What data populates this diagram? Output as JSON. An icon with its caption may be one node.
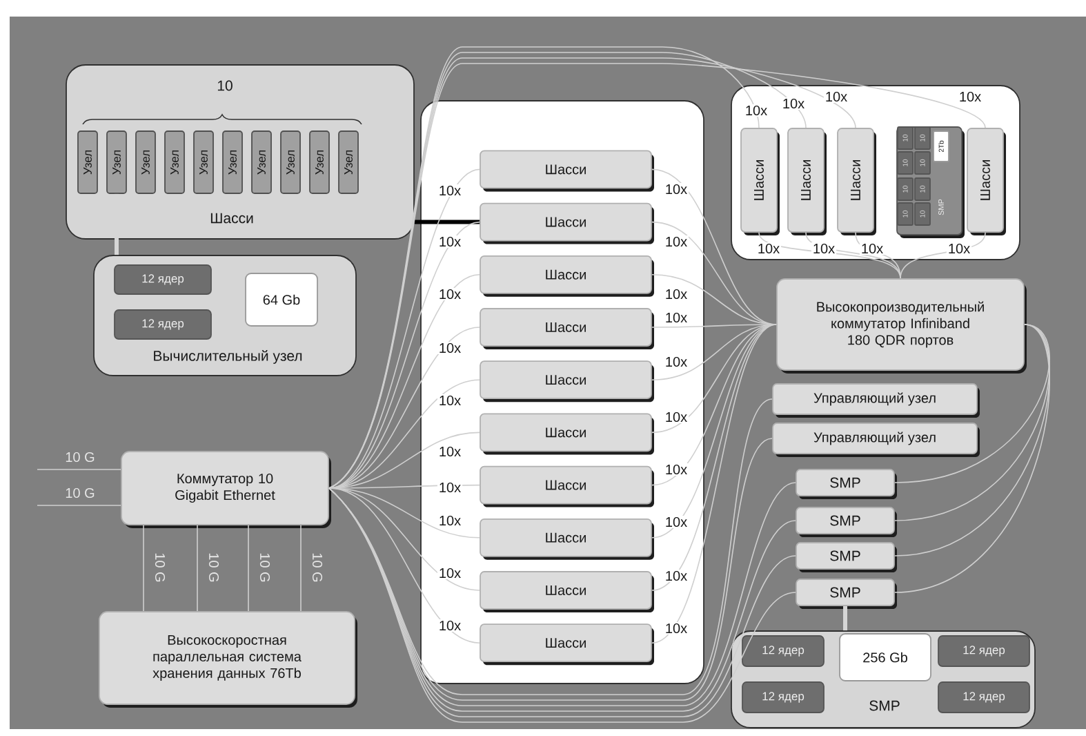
{
  "diagram": {
    "nodes": [
      {
        "text": [
          "10",
          "Шасси"
        ]
      },
      {
        "text": [
          "Узел"
        ],
        "in": 0
      },
      {
        "text": [
          "Узел"
        ],
        "in": 0
      },
      {
        "text": [
          "Узел"
        ],
        "in": 0
      },
      {
        "text": [
          "Узел"
        ],
        "in": 0
      },
      {
        "text": [
          "Узел"
        ],
        "in": 0
      },
      {
        "text": [
          "Узел"
        ],
        "in": 0
      },
      {
        "text": [
          "Узел"
        ],
        "in": 0
      },
      {
        "text": [
          "Узел"
        ],
        "in": 0
      },
      {
        "text": [
          "Узел"
        ],
        "in": 0
      },
      {
        "text": [
          "Узел"
        ],
        "in": 0
      },
      {
        "text": [
          "Вычислительный узел"
        ]
      },
      {
        "text": [
          "12 ядер"
        ],
        "in": 11
      },
      {
        "text": [
          "12 ядер"
        ],
        "in": 11
      },
      {
        "text": [
          "64 Gb"
        ],
        "in": 11
      },
      {
        "text": [],
        "shape": "box"
      },
      {
        "text": [
          "Шасси"
        ],
        "in": 15
      },
      {
        "text": [
          "Шасси"
        ],
        "in": 15
      },
      {
        "text": [
          "Шасси"
        ],
        "in": 15
      },
      {
        "text": [
          "Шасси"
        ],
        "in": 15
      },
      {
        "text": [
          "Шасси"
        ],
        "in": 15
      },
      {
        "text": [
          "Шасси"
        ],
        "in": 15
      },
      {
        "text": [
          "Шасси"
        ],
        "in": 15
      },
      {
        "text": [
          "Шасси"
        ],
        "in": 15
      },
      {
        "text": [
          "Шасси"
        ],
        "in": 15
      },
      {
        "text": [
          "Шасси"
        ],
        "in": 15
      },
      {
        "text": [],
        "shape": "box"
      },
      {
        "text": [
          "Шасси"
        ],
        "in": 26
      },
      {
        "text": [
          "Шасси"
        ],
        "in": 26
      },
      {
        "text": [
          "Шасси"
        ],
        "in": 26
      },
      {
        "text": [
          "SMP"
        ],
        "in": 26
      },
      {
        "text": [
          "10"
        ],
        "in": 30
      },
      {
        "text": [
          "10"
        ],
        "in": 30
      },
      {
        "text": [
          "10"
        ],
        "in": 30
      },
      {
        "text": [
          "10"
        ],
        "in": 30
      },
      {
        "text": [
          "10"
        ],
        "in": 30
      },
      {
        "text": [
          "10"
        ],
        "in": 30
      },
      {
        "text": [
          "10"
        ],
        "in": 30
      },
      {
        "text": [
          "10"
        ],
        "in": 30
      },
      {
        "text": [
          "2Tb"
        ],
        "in": 30
      },
      {
        "text": [
          "Шасси"
        ],
        "in": 26
      },
      {
        "text": [
          "Высокопроизводительный коммутатор Infiniband 180 QDR портов"
        ]
      },
      {
        "text": [
          "Управляющий узел"
        ]
      },
      {
        "text": [
          "Управляющий узел"
        ]
      },
      {
        "text": [
          "SMP"
        ]
      },
      {
        "text": [
          "SMP"
        ]
      },
      {
        "text": [
          "SMP"
        ]
      },
      {
        "text": [
          "SMP"
        ]
      },
      {
        "text": [
          "SMP"
        ]
      },
      {
        "text": [
          "12 ядер"
        ],
        "in": 48
      },
      {
        "text": [
          "12 ядер"
        ],
        "in": 48
      },
      {
        "text": [
          "256 Gb"
        ],
        "in": 48
      },
      {
        "text": [
          "12 ядер"
        ],
        "in": 48
      },
      {
        "text": [
          "12 ядер"
        ],
        "in": 48
      },
      {
        "text": [
          "Коммутатор 10 Gigabit Ethernet"
        ]
      },
      {
        "text": [
          "Высокоскоростная параллельная система хранения данных 76Tb"
        ]
      }
    ],
    "edges": [
      {
        "from": null,
        "to": 54,
        "arrow": "none",
        "label": "10 G"
      },
      {
        "from": null,
        "to": 54,
        "arrow": "none",
        "label": "10 G"
      },
      {
        "from": 54,
        "to": 55,
        "arrow": "none",
        "label": "10 G"
      },
      {
        "from": 54,
        "to": 55,
        "arrow": "none",
        "label": "10 G"
      },
      {
        "from": 54,
        "to": 55,
        "arrow": "none",
        "label": "10 G"
      },
      {
        "from": 54,
        "to": 55,
        "arrow": "none",
        "label": "10 G"
      },
      {
        "from": 0,
        "to": 17,
        "arrow": "none",
        "style": "thick",
        "color": "#000000"
      },
      {
        "from": 11,
        "to": 2,
        "arrow": "none",
        "style": "thick",
        "color": "#d6d6d6"
      },
      {
        "from": 48,
        "to": 47,
        "arrow": "none",
        "style": "thick",
        "color": "#d6d6d6"
      },
      {
        "from": 54,
        "to": 16,
        "arrow": "none",
        "label": "10x"
      },
      {
        "from": 54,
        "to": 17,
        "arrow": "none",
        "label": "10x"
      },
      {
        "from": 54,
        "to": 18,
        "arrow": "none",
        "label": "10x"
      },
      {
        "from": 54,
        "to": 19,
        "arrow": "none",
        "label": "10x"
      },
      {
        "from": 54,
        "to": 20,
        "arrow": "none",
        "label": "10x"
      },
      {
        "from": 54,
        "to": 21,
        "arrow": "none",
        "label": "10x"
      },
      {
        "from": 54,
        "to": 22,
        "arrow": "none",
        "label": "10x"
      },
      {
        "from": 54,
        "to": 23,
        "arrow": "none",
        "label": "10x"
      },
      {
        "from": 54,
        "to": 24,
        "arrow": "none",
        "label": "10x"
      },
      {
        "from": 54,
        "to": 25,
        "arrow": "none",
        "label": "10x"
      },
      {
        "from": 54,
        "to": 27,
        "arrow": "none",
        "label": "10x"
      },
      {
        "from": 54,
        "to": 28,
        "arrow": "none",
        "label": "10x"
      },
      {
        "from": 54,
        "to": 29,
        "arrow": "none",
        "label": "10x"
      },
      {
        "from": 54,
        "to": 40,
        "arrow": "none",
        "label": "10x"
      },
      {
        "from": 54,
        "to": 42,
        "arrow": "none"
      },
      {
        "from": 54,
        "to": 43,
        "arrow": "none"
      },
      {
        "from": 54,
        "to": 44,
        "arrow": "none"
      },
      {
        "from": 54,
        "to": 45,
        "arrow": "none"
      },
      {
        "from": 54,
        "to": 46,
        "arrow": "none"
      },
      {
        "from": 54,
        "to": 47,
        "arrow": "none"
      },
      {
        "from": 41,
        "to": 16,
        "arrow": "none",
        "label": "10x"
      },
      {
        "from": 41,
        "to": 17,
        "arrow": "none",
        "label": "10x"
      },
      {
        "from": 41,
        "to": 18,
        "arrow": "none",
        "label": "10x"
      },
      {
        "from": 41,
        "to": 19,
        "arrow": "none",
        "label": "10x"
      },
      {
        "from": 41,
        "to": 20,
        "arrow": "none",
        "label": "10x"
      },
      {
        "from": 41,
        "to": 21,
        "arrow": "none",
        "label": "10x"
      },
      {
        "from": 41,
        "to": 22,
        "arrow": "none",
        "label": "10x"
      },
      {
        "from": 41,
        "to": 23,
        "arrow": "none",
        "label": "10x"
      },
      {
        "from": 41,
        "to": 24,
        "arrow": "none",
        "label": "10x"
      },
      {
        "from": 41,
        "to": 25,
        "arrow": "none",
        "label": "10x"
      },
      {
        "from": 41,
        "to": 27,
        "arrow": "none",
        "label": "10x"
      },
      {
        "from": 41,
        "to": 28,
        "arrow": "none",
        "label": "10x"
      },
      {
        "from": 41,
        "to": 29,
        "arrow": "none",
        "label": "10x"
      },
      {
        "from": 41,
        "to": 40,
        "arrow": "none",
        "label": "10x"
      },
      {
        "from": 41,
        "to": 44,
        "arrow": "none"
      },
      {
        "from": 41,
        "to": 45,
        "arrow": "none"
      },
      {
        "from": 41,
        "to": 46,
        "arrow": "none"
      },
      {
        "from": 41,
        "to": 47,
        "arrow": "none"
      }
    ]
  }
}
